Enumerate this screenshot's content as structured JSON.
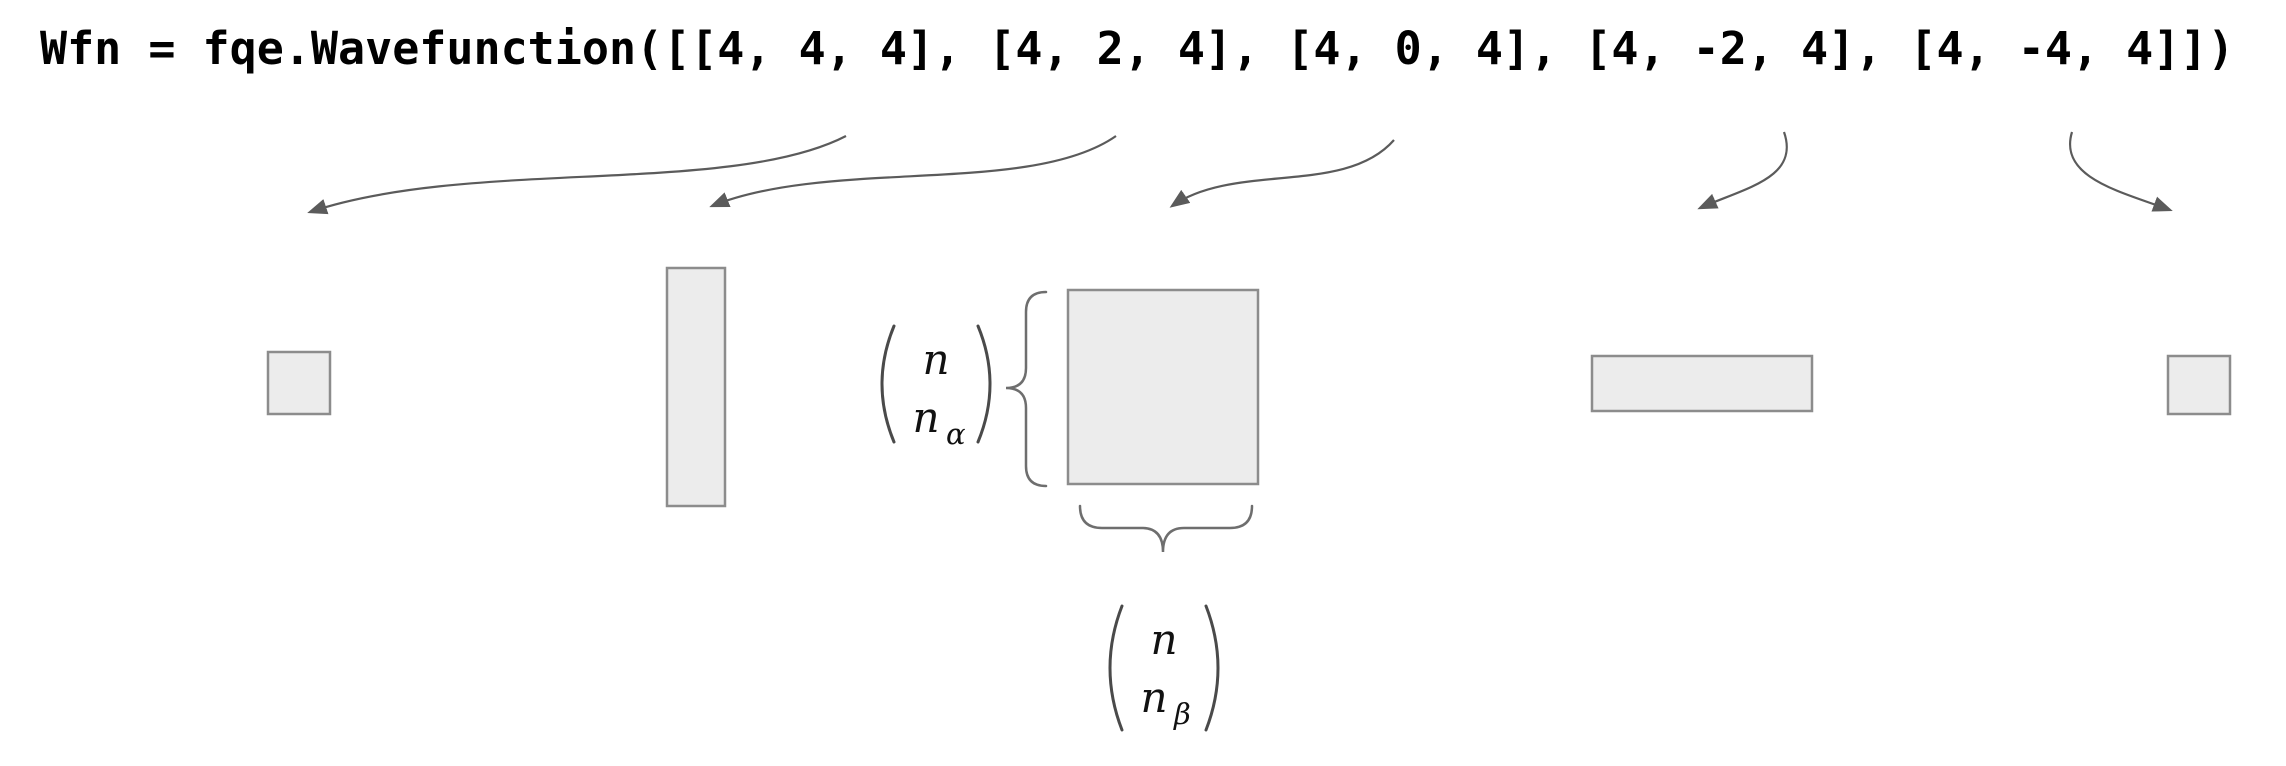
{
  "code": {
    "line": "Wfn = fqe.Wavefunction([[4, 4, 4], [4, 2, 4], [4, 0, 4], [4, -2, 4], [4, -4, 4]])",
    "sectors": [
      "[4, 4, 4]",
      "[4, 2, 4]",
      "[4, 0, 4]",
      "[4, -2, 4]",
      "[4, -4, 4]"
    ]
  },
  "math": {
    "alpha_binomial": {
      "numerator": "n",
      "denominator": "n",
      "subscript": "α"
    },
    "beta_binomial": {
      "numerator": "n",
      "denominator": "n",
      "subscript": "β"
    }
  },
  "colors": {
    "background": "#ffffff",
    "code_text": "#000000",
    "matrix_fill": "#ececec",
    "matrix_stroke": "#8c8c8c",
    "arrow": "#5b5b5b",
    "math_symbols": "#4a4a4a",
    "math_text": "#111111"
  }
}
